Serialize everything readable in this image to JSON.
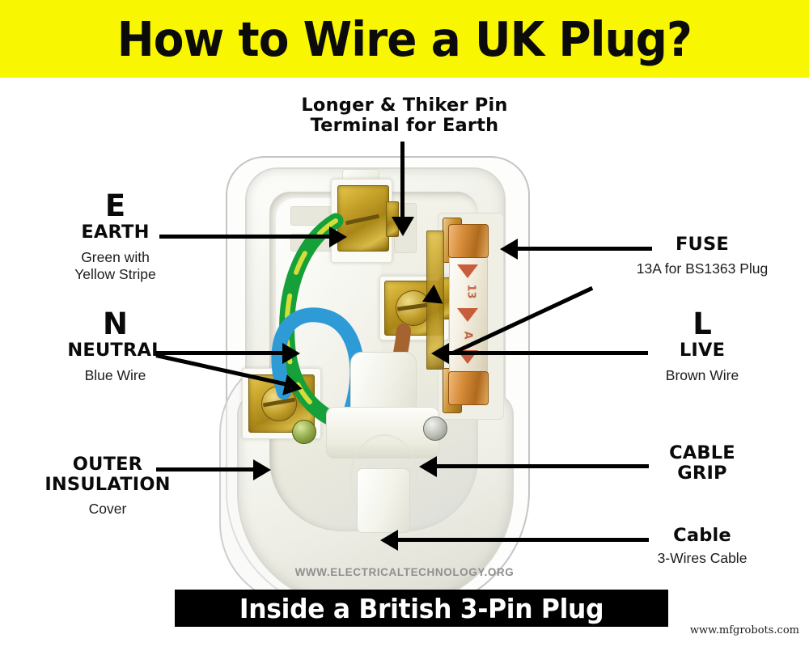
{
  "header": {
    "title": "How to Wire a UK Plug?",
    "background_color": "#f9f602"
  },
  "footer": {
    "watermark": "WWW.ELECTRICALTECHNOLOGY.ORG",
    "banner_caption": "Inside a British 3-Pin Plug",
    "banner_background": "#000000",
    "site_credit": "www.mfgrobots.com"
  },
  "callouts": {
    "earth_terminal": {
      "line1": "Longer & Thiker Pin",
      "line2": "Terminal for Earth",
      "position": "top-center"
    },
    "earth": {
      "symbol": "E",
      "title": "EARTH",
      "detail_line1": "Green with",
      "detail_line2": "Yellow Stripe",
      "wire_color": "#19a33a",
      "position": "left"
    },
    "neutral": {
      "symbol": "N",
      "title": "NEUTRAL",
      "detail_line1": "Blue Wire",
      "wire_color": "#2f9bd6",
      "position": "left"
    },
    "outer_insulation": {
      "title_line1": "OUTER",
      "title_line2": "INSULATION",
      "detail_line1": "Cover",
      "position": "left"
    },
    "fuse": {
      "title": "FUSE",
      "detail_line1": "13A for BS1363 Plug",
      "position": "right"
    },
    "live": {
      "symbol": "L",
      "title": "LIVE",
      "detail_line1": "Brown Wire",
      "wire_color": "#9a5a2a",
      "position": "right"
    },
    "cable_grip": {
      "title_line1": "CABLE",
      "title_line2": "GRIP",
      "position": "right"
    },
    "cable": {
      "title": "Cable",
      "detail_line1": "3-Wires Cable",
      "position": "right"
    }
  },
  "illustration": {
    "subject": "opened british 3-pin plug interior photograph",
    "brass_color": "#bf9c28",
    "shell_color": "#f3f3ef",
    "fuse_marking_color": "#c44f2c"
  }
}
